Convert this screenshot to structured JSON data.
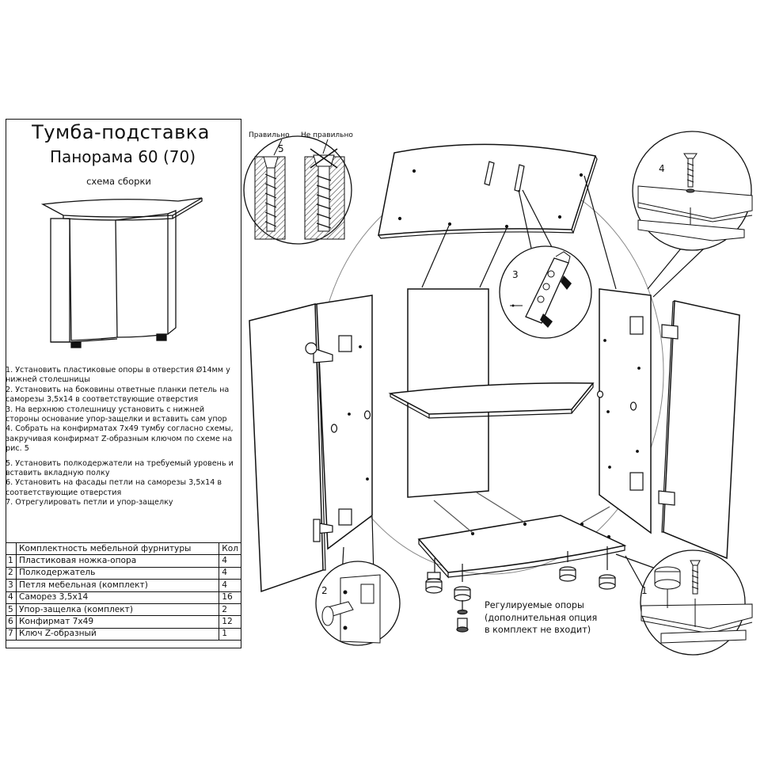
{
  "title": {
    "line1": "Тумба-подставка",
    "line2": "Панорама 60 (70)",
    "subtitle": "схема сборки"
  },
  "instructions": [
    "1. Установить пластиковые опоры в отверстия Ø14мм у",
    "нижней столешницы",
    "2. Установить на боковины ответные планки петель на",
    "саморезы 3,5x14 в соответствующие отверстия",
    "3. На верхнюю столешницу установить с нижней",
    "стороны основание упор-защелки и вставить сам упор",
    "4. Собрать на конфирматах 7x49 тумбу согласно схемы,",
    "закручивая конфирмат Z-образным ключом по схеме на",
    "рис. 5",
    "5. Установить полкодержатели на требуемый уровень и",
    "вставить вкладную полку",
    "6. Установить на фасады петли на саморезы 3,5x14 в",
    "соответствующие отверстия",
    "7. Отрегулировать петли и упор-защелку"
  ],
  "parts_table": {
    "header": {
      "name": "Комплектность мебельной фурнитуры",
      "qty": "Кол"
    },
    "rows": [
      {
        "n": "1",
        "name": "Пластиковая ножка-опора",
        "qty": "4"
      },
      {
        "n": "2",
        "name": "Полкодержатель",
        "qty": "4"
      },
      {
        "n": "3",
        "name": "Петля мебельная (комплект)",
        "qty": "4"
      },
      {
        "n": "4",
        "name": "Саморез 3,5x14",
        "qty": "16"
      },
      {
        "n": "5",
        "name": "Упор-защелка (комплект)",
        "qty": "2"
      },
      {
        "n": "6",
        "name": "Конфирмат 7x49",
        "qty": "12"
      },
      {
        "n": "7",
        "name": "Ключ Z-образный",
        "qty": "1"
      }
    ]
  },
  "labels": {
    "correct": "Правильно",
    "incorrect": "Не правильно",
    "detail1": "1",
    "detail2": "2",
    "detail3": "3",
    "detail4": "4",
    "detail5": "5"
  },
  "adjustable_feet_note": [
    "Регулируемые опоры",
    "(дополнительная опция",
    "в комплект не входит)"
  ],
  "colors": {
    "line": "#111111",
    "background": "#ffffff",
    "hatch": "#555555"
  }
}
